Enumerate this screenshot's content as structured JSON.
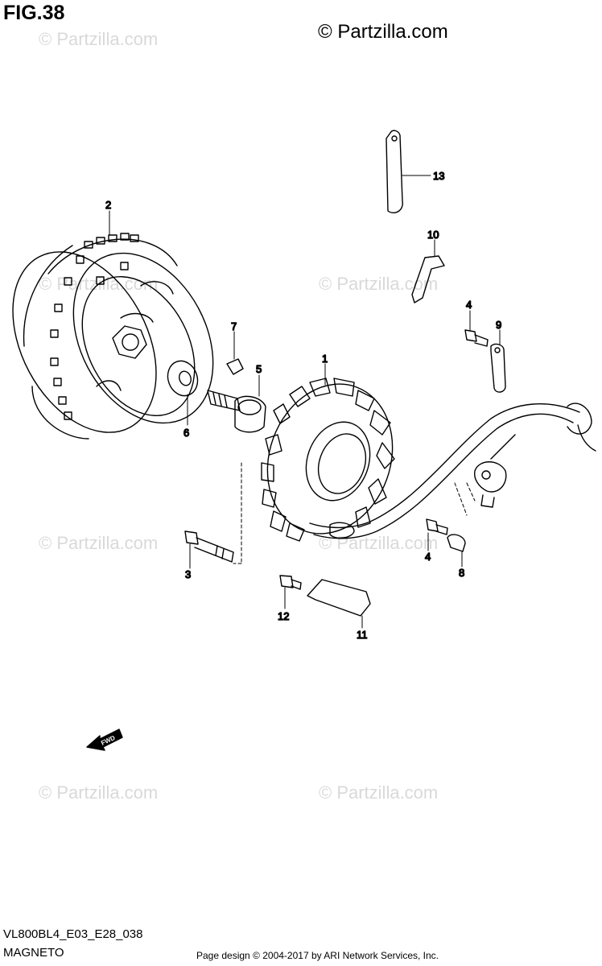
{
  "figure_title": "FIG.38",
  "copyright": "© Partzilla.com",
  "watermark": "© Partzilla.com",
  "part_labels": {
    "p1": "1",
    "p2": "2",
    "p3": "3",
    "p4a": "4",
    "p4b": "4",
    "p5": "5",
    "p6": "6",
    "p7": "7",
    "p8": "8",
    "p9": "9",
    "p10": "10",
    "p11": "11",
    "p12": "12",
    "p13": "13"
  },
  "fwd_label": "FWD",
  "model_code": "VL800BL4_E03_E28_038",
  "section_name": "MAGNETO",
  "page_credit": "Page design © 2004-2017 by ARI Network Services, Inc."
}
